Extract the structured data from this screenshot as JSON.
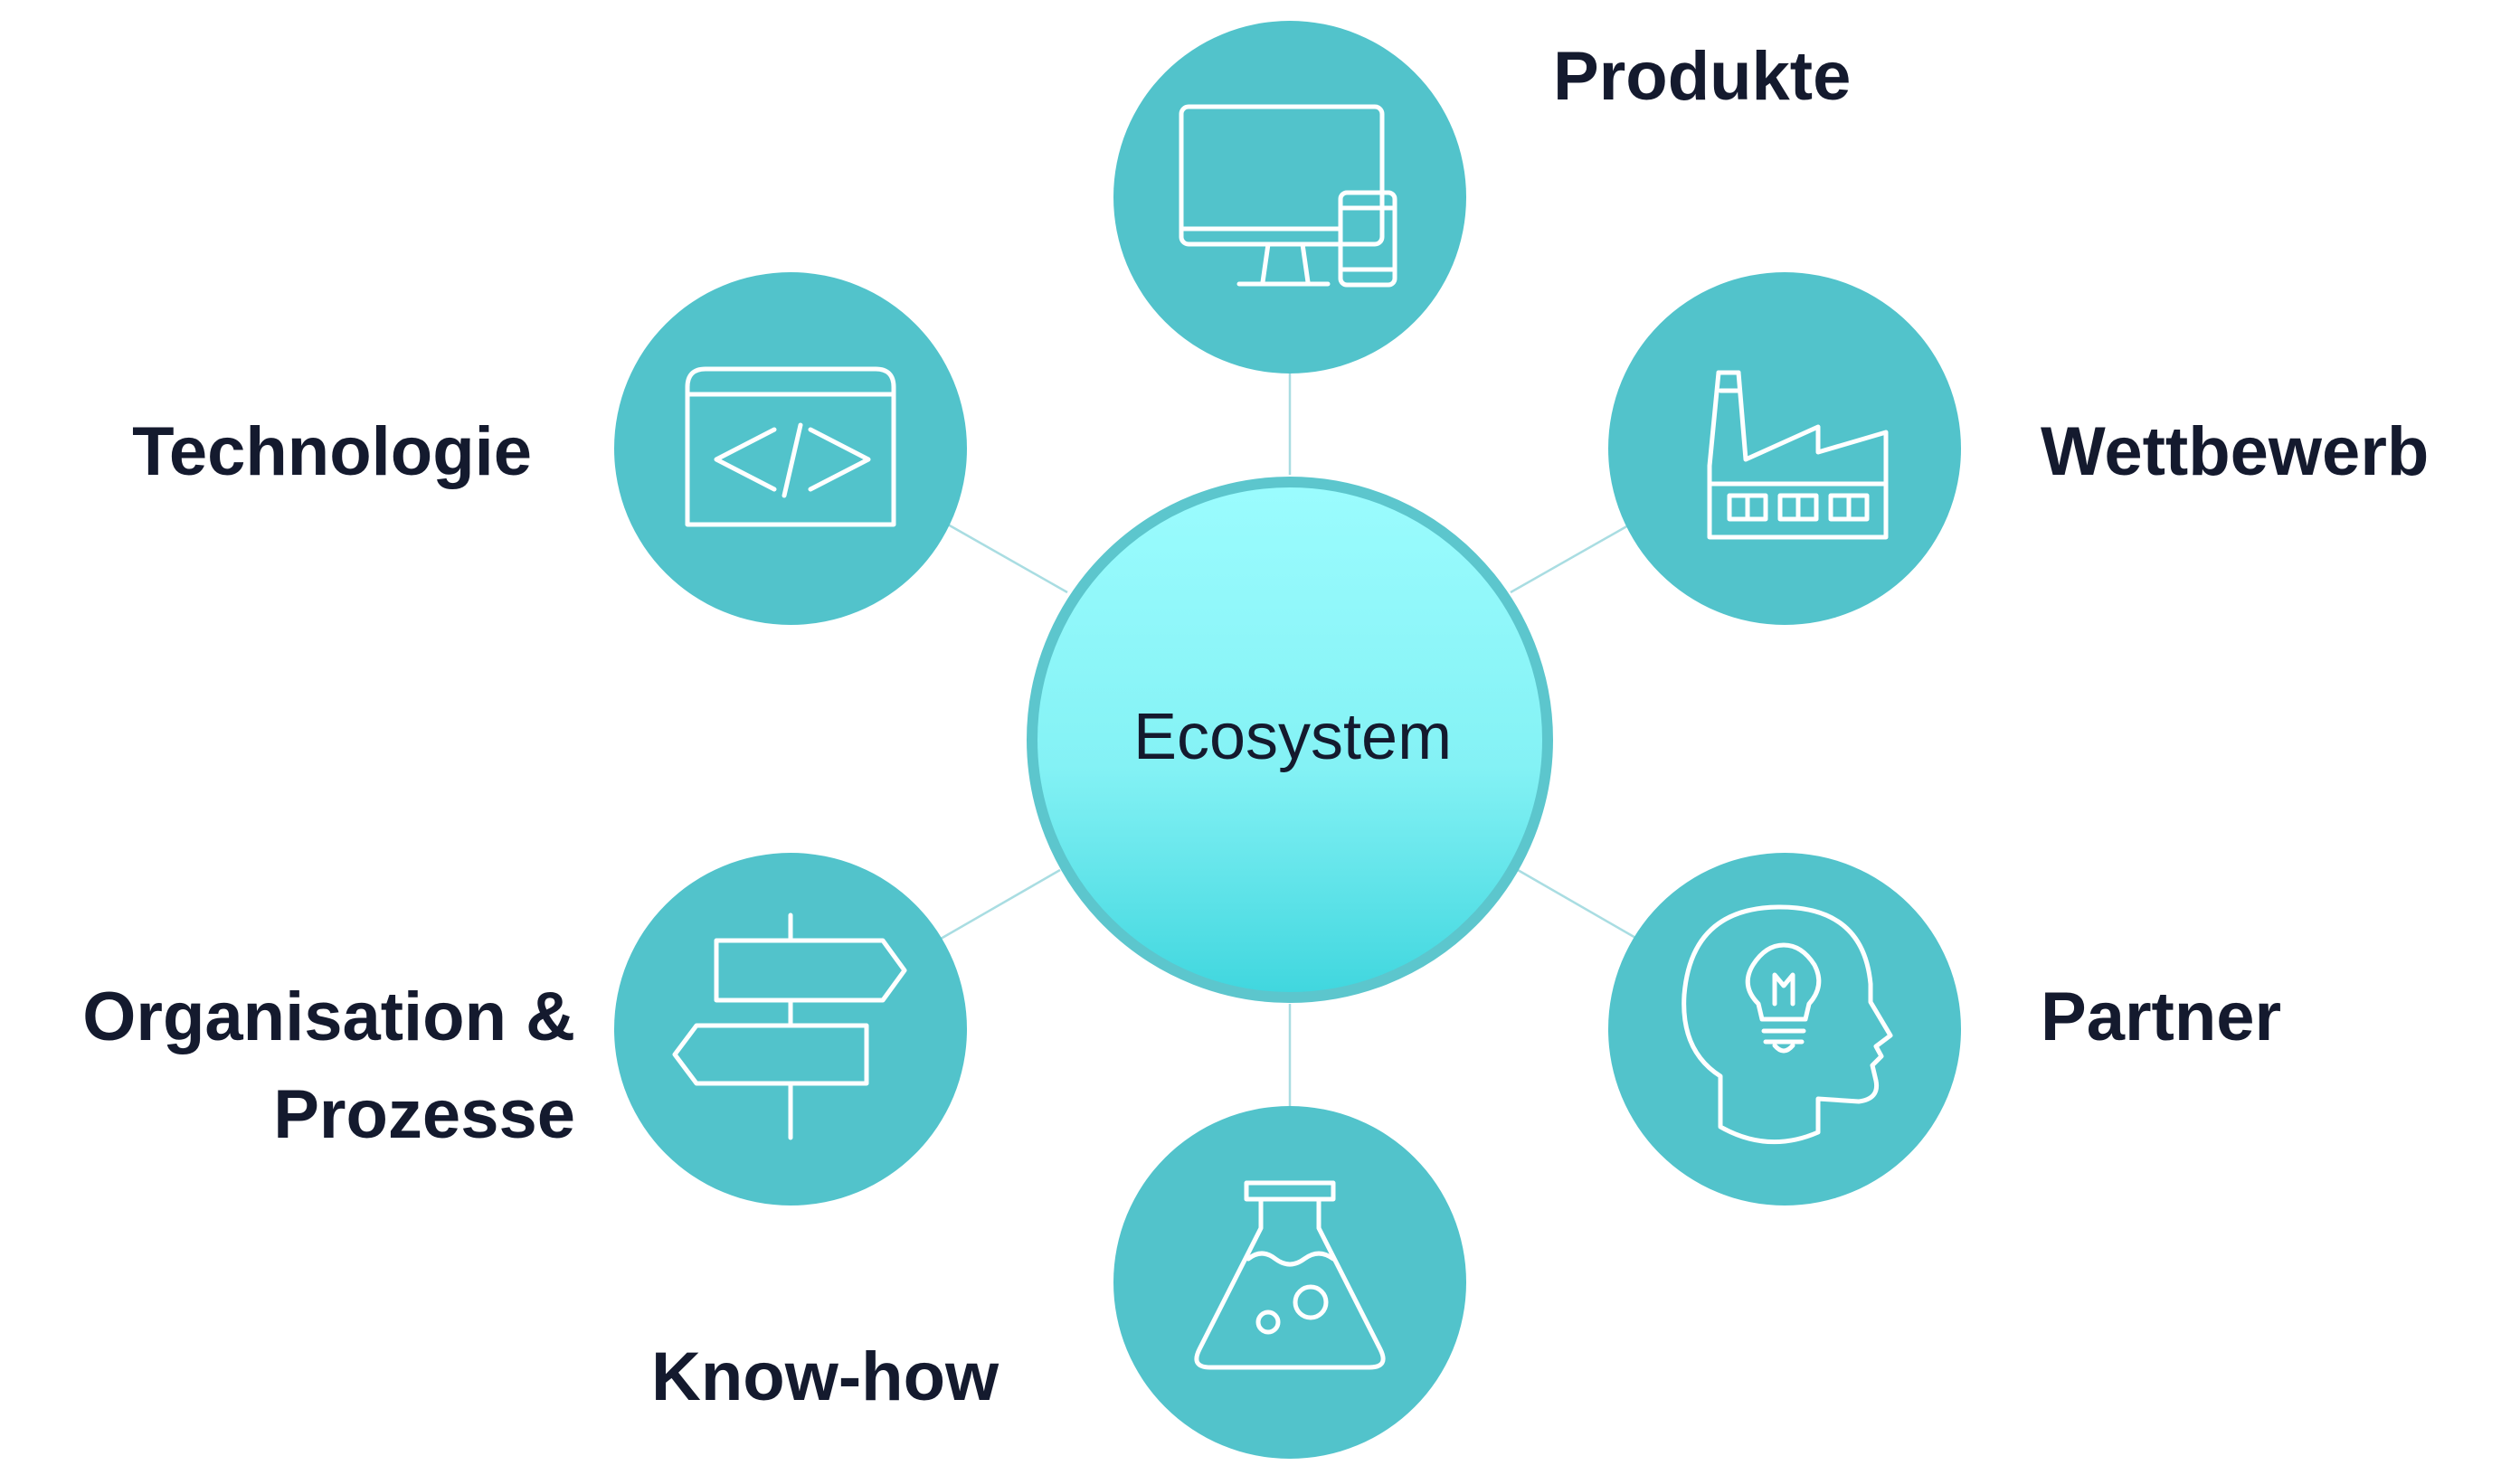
{
  "diagram": {
    "center": {
      "label": "Ecosystem"
    },
    "nodes": [
      {
        "id": "produkte",
        "label": "Produkte",
        "icon": "devices-icon"
      },
      {
        "id": "wettbewerb",
        "label": "Wettbewerb",
        "icon": "factory-icon"
      },
      {
        "id": "partner",
        "label": "Partner",
        "icon": "head-lightbulb-icon"
      },
      {
        "id": "know-how",
        "label": "Know-how",
        "icon": "flask-icon"
      },
      {
        "id": "organisation",
        "label_line1": "Organisation &",
        "label_line2": "Prozesse",
        "icon": "signpost-icon"
      },
      {
        "id": "technologie",
        "label": "Technologie",
        "icon": "code-window-icon"
      }
    ]
  },
  "colors": {
    "node_fill": "#52c3cb",
    "icon_stroke": "#ffffff",
    "connector": "#a9dde2",
    "center_top": "#9bfcfe",
    "center_bottom": "#3fd6de",
    "center_ring": "#5cc6cd",
    "label_text": "#141a2e"
  }
}
